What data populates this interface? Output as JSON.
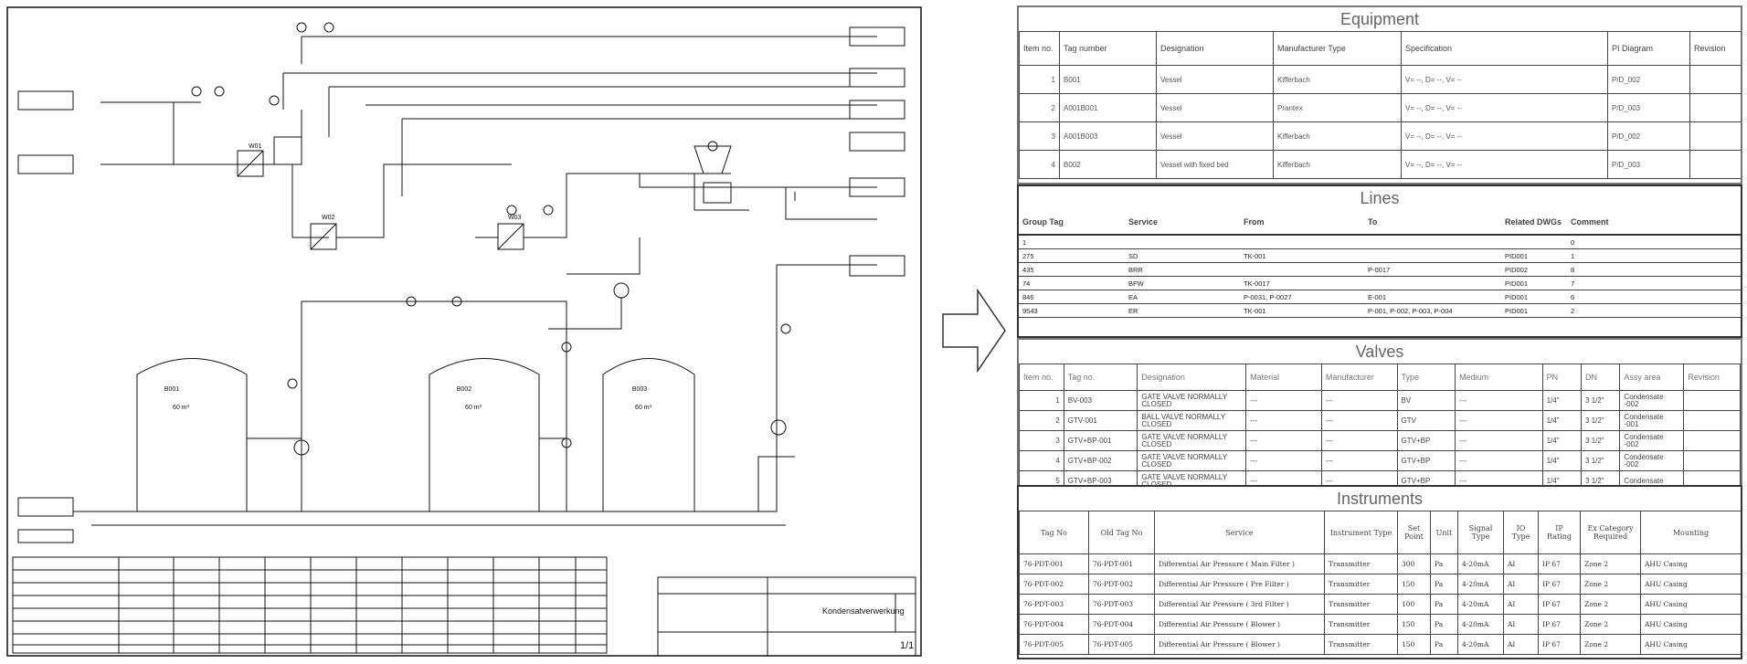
{
  "drawing": {
    "vessels": [
      {
        "tag": "B001",
        "volume": "60 m³",
        "unit": "m³"
      },
      {
        "tag": "B002",
        "volume": "60 m³",
        "unit": "m³"
      },
      {
        "tag": "B003",
        "volume": "60 m³",
        "unit": "m³"
      }
    ],
    "title_block": {
      "title": "Kondensatverwerkung",
      "sheet": "1/1"
    },
    "heat_exchangers": [
      "W01",
      "W02",
      "W03"
    ]
  },
  "equipment": {
    "title": "Equipment",
    "headers": [
      "Item no.",
      "Tag number",
      "Designation",
      "Manufacturer Type",
      "Specification",
      "PI Diagram",
      "Revision"
    ],
    "rows": [
      [
        "1",
        "B001",
        "Vessel",
        "Kifferbach",
        "V= --, D= --, V= --",
        "P/D_002",
        ""
      ],
      [
        "2",
        "A001B001",
        "Vessel",
        "Prantex",
        "V= --, D= --, V= --",
        "P/D_003",
        ""
      ],
      [
        "3",
        "A001B003",
        "Vessel",
        "Kifferbach",
        "V= --, D= --, V= --",
        "P/D_002",
        ""
      ],
      [
        "4",
        "B002",
        "Vessel with fixed bed",
        "Kifferbach",
        "V= --, D= --, V= --",
        "P/D_003",
        ""
      ]
    ]
  },
  "lines": {
    "title": "Lines",
    "headers": [
      "Group Tag",
      "Service",
      "From",
      "To",
      "Related DWGs",
      "Comment"
    ],
    "rows": [
      [
        "1",
        "",
        "",
        "",
        "",
        "0"
      ],
      [
        "275",
        "SD",
        "TK-001",
        "",
        "PID001",
        "1"
      ],
      [
        "435",
        "BRR",
        "",
        "P-0017",
        "PID002",
        "8"
      ],
      [
        "74",
        "BFW",
        "TK-0017",
        "",
        "PID001",
        "7"
      ],
      [
        "846",
        "EA",
        "P-0031, P-0027",
        "E-001",
        "PID001",
        "6"
      ],
      [
        "9543",
        "ER",
        "TK-001",
        "P-001, P-002, P-003, P-004",
        "PID001",
        "2"
      ]
    ]
  },
  "valves": {
    "title": "Valves",
    "headers": [
      "Item no.",
      "Tag no.",
      "Designation",
      "Material",
      "Manufacturer",
      "Type",
      "Medium",
      "PN",
      "DN",
      "Assy area",
      "Revision"
    ],
    "rows": [
      [
        "1",
        "BV-003",
        "GATE VALVE NORMALLY CLOSED",
        "---",
        "---",
        "BV",
        "---",
        "1/4\"",
        "3 1/2\"",
        "Condensate -002",
        ""
      ],
      [
        "2",
        "GTV-001",
        "BALL VALVE NORMALLY CLOSED",
        "---",
        "---",
        "GTV",
        "---",
        "1/4\"",
        "3 1/2\"",
        "Condensate -001",
        ""
      ],
      [
        "3",
        "GTV+BP-001",
        "GATE VALVE NORMALLY CLOSED",
        "---",
        "---",
        "GTV+BP",
        "---",
        "1/4\"",
        "3 1/2\"",
        "Condensate -002",
        ""
      ],
      [
        "4",
        "GTV+BP-002",
        "GATE VALVE NORMALLY CLOSED",
        "---",
        "---",
        "GTV+BP",
        "---",
        "1/4\"",
        "3 1/2\"",
        "Condensate -002",
        ""
      ],
      [
        "5",
        "GTV+BP-003",
        "GATE VALVE NORMALLY CLOSED",
        "---",
        "---",
        "GTV+BP",
        "---",
        "1/4\"",
        "3 1/2\"",
        "Condensate",
        ""
      ]
    ]
  },
  "instruments": {
    "title": "Instruments",
    "headers": [
      "Tag No",
      "Old Tag No",
      "Service",
      "Instrument Type",
      "Set Point",
      "Unit",
      "Signal Type",
      "IO Type",
      "IP Rating",
      "Ex Category Required",
      "Mounting"
    ],
    "rows": [
      [
        "76-PDT-001",
        "76-PDT-001",
        "Differential Air Pressure ( Main Filter )",
        "Transmitter",
        "300",
        "Pa",
        "4-20mA",
        "AI",
        "IP 67",
        "Zone 2",
        "AHU Casing"
      ],
      [
        "76-PDT-002",
        "76-PDT-002",
        "Differential Air Pressure ( Pre Filter )",
        "Transmitter",
        "150",
        "Pa",
        "4-20mA",
        "AI",
        "IP 67",
        "Zone 2",
        "AHU Casing"
      ],
      [
        "76-PDT-003",
        "76-PDT-003",
        "Differential Air Pressure ( 3rd Filter )",
        "Transmitter",
        "100",
        "Pa",
        "4-20mA",
        "AI",
        "IP 67",
        "Zone 2",
        "AHU Casing"
      ],
      [
        "76-PDT-004",
        "76-PDT-004",
        "Differential Air Pressure ( Blower )",
        "Transmitter",
        "150",
        "Pa",
        "4-20mA",
        "AI",
        "IP 67",
        "Zone 2",
        "AHU Casing"
      ],
      [
        "76-PDT-005",
        "76-PDT-005",
        "Differential Air Pressure ( Blower )",
        "Transmitter",
        "150",
        "Pa",
        "4-20mA",
        "AI",
        "IP 67",
        "Zone 2",
        "AHU Casing"
      ]
    ]
  }
}
